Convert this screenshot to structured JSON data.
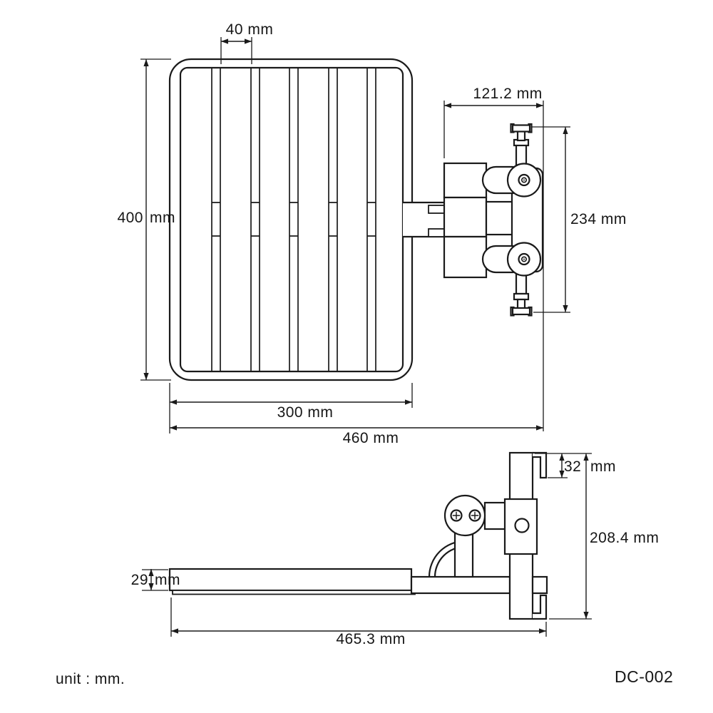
{
  "meta": {
    "unit_note": "unit : mm.",
    "product_code": "DC-002"
  },
  "top_view": {
    "dim_slat_spacing": "40 mm",
    "dim_height_value": "400",
    "dim_height_unit": "mm",
    "dim_panel_width": "300 mm",
    "dim_total_width": "460 mm",
    "dim_clamp_width": "121.2 mm",
    "dim_clamp_height": "234 mm"
  },
  "side_view": {
    "dim_hook_depth_value": "32",
    "dim_hook_depth_unit": "mm",
    "dim_total_height": "208.4 mm",
    "dim_tray_thickness_value": "29",
    "dim_tray_thickness_unit": "mm",
    "dim_total_length": "465.3 mm"
  },
  "colors": {
    "line": "#1a1a1a",
    "background": "#ffffff"
  }
}
